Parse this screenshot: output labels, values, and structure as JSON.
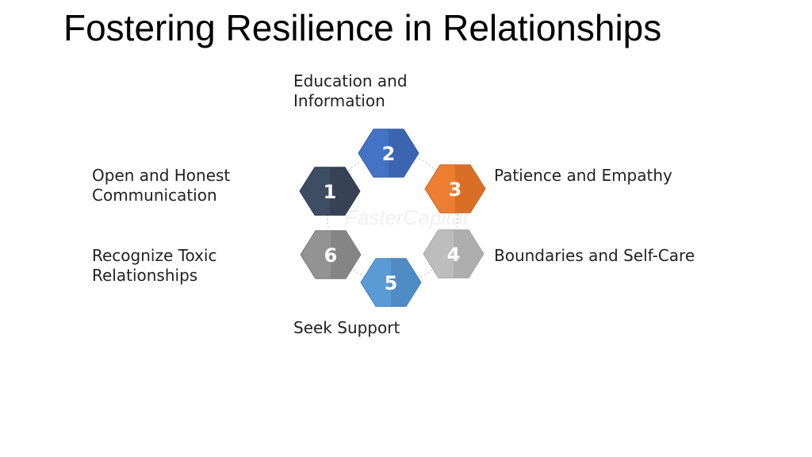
{
  "title": "Fostering Resilience in Relationships",
  "watermark": "FasterCapital",
  "steps": [
    {
      "number": "1",
      "label": "Open and Honest Communication",
      "lines": [
        "Open and Honest",
        "Communication"
      ],
      "color": "#3e4d63",
      "shade": "#2f3b4d"
    },
    {
      "number": "2",
      "label": "Education and Information",
      "lines": [
        "Education and",
        "Information"
      ],
      "color": "#4472c4",
      "shade": "#345aa3"
    },
    {
      "number": "3",
      "label": "Patience and Empathy",
      "lines": [
        "Patience and Empathy"
      ],
      "color": "#ed7d31",
      "shade": "#c9621d"
    },
    {
      "number": "4",
      "label": "Boundaries and Self-Care",
      "lines": [
        "Boundaries and Self-Care"
      ],
      "color": "#bdbdbd",
      "shade": "#a3a3a3"
    },
    {
      "number": "5",
      "label": "Seek Support",
      "lines": [
        "Seek Support"
      ],
      "color": "#5b9bd5",
      "shade": "#4580b8"
    },
    {
      "number": "6",
      "label": "Recognize Toxic Relationships",
      "lines": [
        "Recognize Toxic",
        "Relationships"
      ],
      "color": "#939393",
      "shade": "#7a7a7a"
    }
  ],
  "connector_color": "#cfcfcf"
}
